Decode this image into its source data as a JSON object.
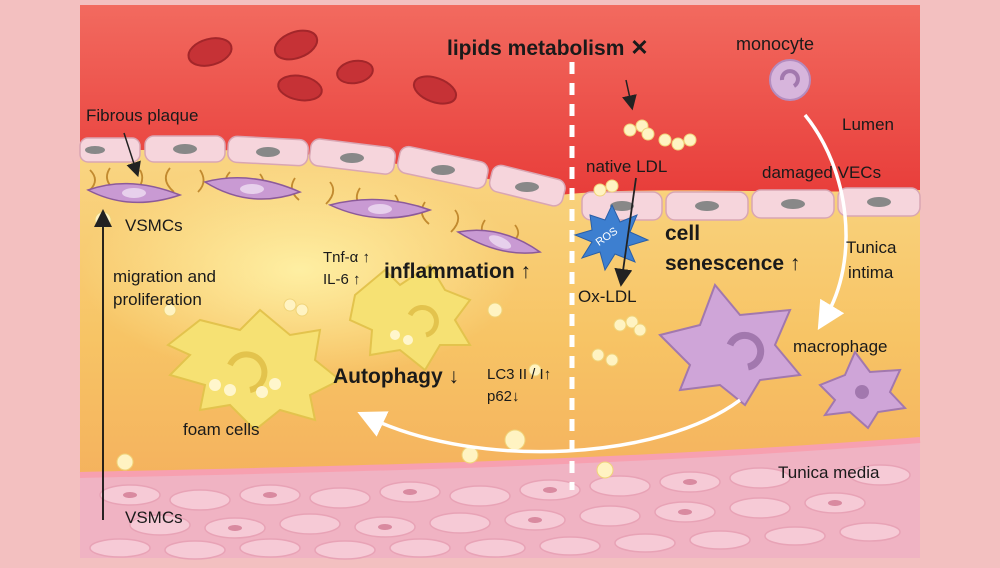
{
  "labels": {
    "lipids_metabolism": "lipids metabolism",
    "cross_mark": "✕",
    "monocyte": "monocyte",
    "fibrous_plaque": "Fibrous plaque",
    "lumen": "Lumen",
    "native_ldl": "native LDL",
    "damaged_vecs": "damaged VECs",
    "vsmcs_top": "VSMCs",
    "ros": "ROS",
    "cell": "cell",
    "senescence": "senescence ↑",
    "tunica_intima_1": "Tunica",
    "tunica_intima_2": "intima",
    "tnf_alpha": "Tnf-α ↑",
    "il6": "IL-6 ↑",
    "inflammation": "inflammation ↑",
    "migration_1": "migration and",
    "migration_2": "proliferation",
    "ox_ldl": "Ox-LDL",
    "macrophage": "macrophage",
    "autophagy": "Autophagy ↓",
    "lc3": "LC3 II / I↑",
    "p62": "p62↓",
    "foam_cells": "foam cells",
    "tunica_media": "Tunica media",
    "vsmcs_bottom": "VSMCs"
  },
  "colors": {
    "lumen": "#e8413f",
    "intima": "#f7c56a",
    "media": "#f0b2c2",
    "endothelium": "#f6d5dc",
    "rbc": "#c63236",
    "foam_cell": "#f6e173",
    "macrophage": "#cfa5d8",
    "vsmc": "#c99ad3",
    "ros": "#3d7fd0",
    "background_frame": "#f3c0c0"
  }
}
